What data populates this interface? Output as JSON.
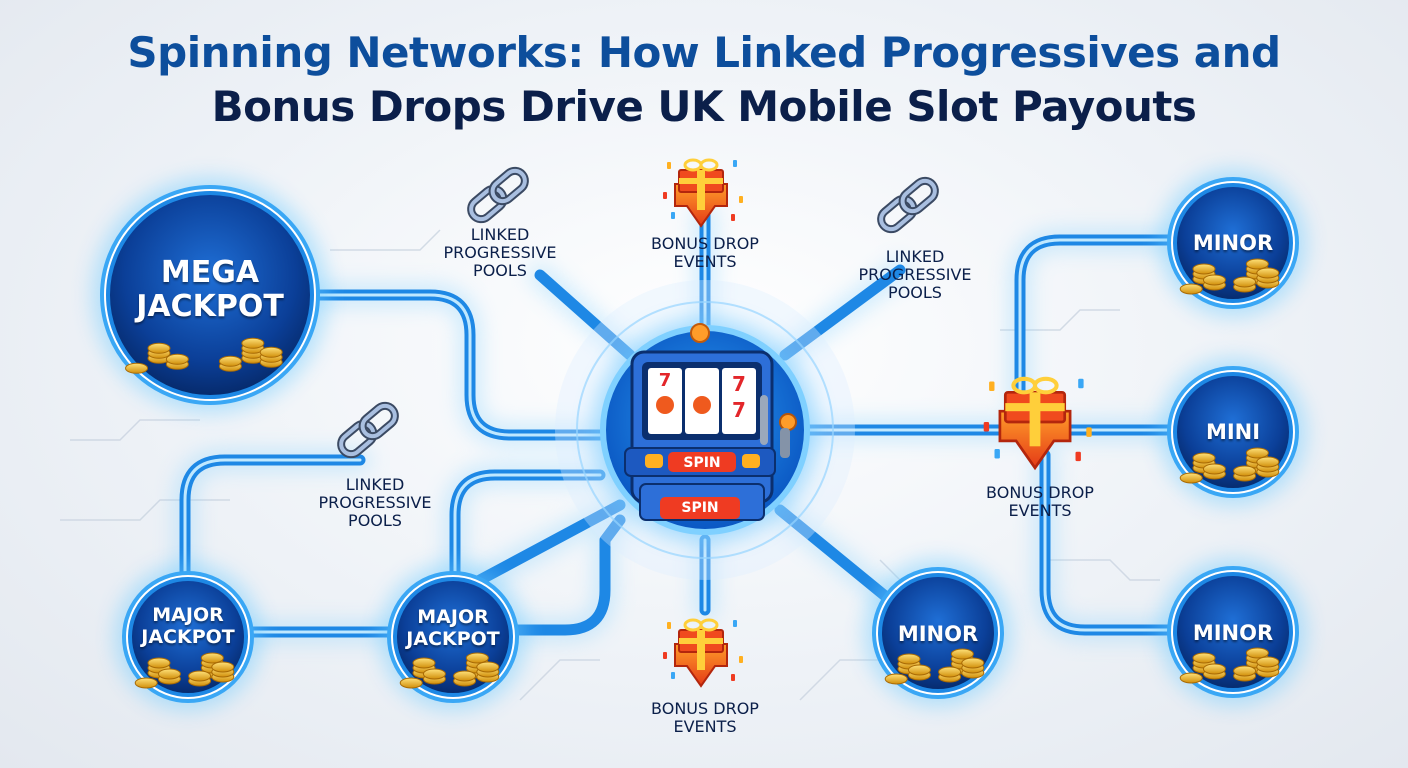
{
  "title": {
    "line1": "Spinning Networks: How Linked Progressives and",
    "line2": "Bonus Drops Drive UK Mobile Slot Payouts"
  },
  "nodes": {
    "mega": "MEGA\nJACKPOT",
    "major_left": "MAJOR\nJACKPOT",
    "major_mid": "MAJOR\nJACKPOT",
    "minor_bottom": "MINOR",
    "minor_top_right": "MINOR",
    "mini_right": "MINI",
    "minor_bottom_right": "MINOR"
  },
  "labels": {
    "linked_top_left": "LINKED\nPROGRESSIVE\nPOOLS",
    "bonus_top": "BONUS DROP\nEVENTS",
    "linked_top_right": "LINKED\nPROGRESSIVE\nPOOLS",
    "linked_mid_left": "LINKED\nPROGRESSIVE\nPOOLS",
    "bonus_right": "BONUS DROP\nEVENTS",
    "bonus_bottom": "BONUS DROP\nEVENTS"
  },
  "slot_machine": {
    "button_top": "SPIN",
    "button_bottom": "SPIN",
    "symbol_seven": "7"
  },
  "colors": {
    "accent_blue": "#1e88e5",
    "node_fill": "#0a3a8c",
    "glow": "#5ec3ff",
    "coin_gold": "#f2b418",
    "gift_red": "#e8361f",
    "gift_orange": "#ff8a1c"
  },
  "icons": [
    "chain-link-icon",
    "gift-drop-icon",
    "coin-stack-icon",
    "slot-machine-icon"
  ]
}
